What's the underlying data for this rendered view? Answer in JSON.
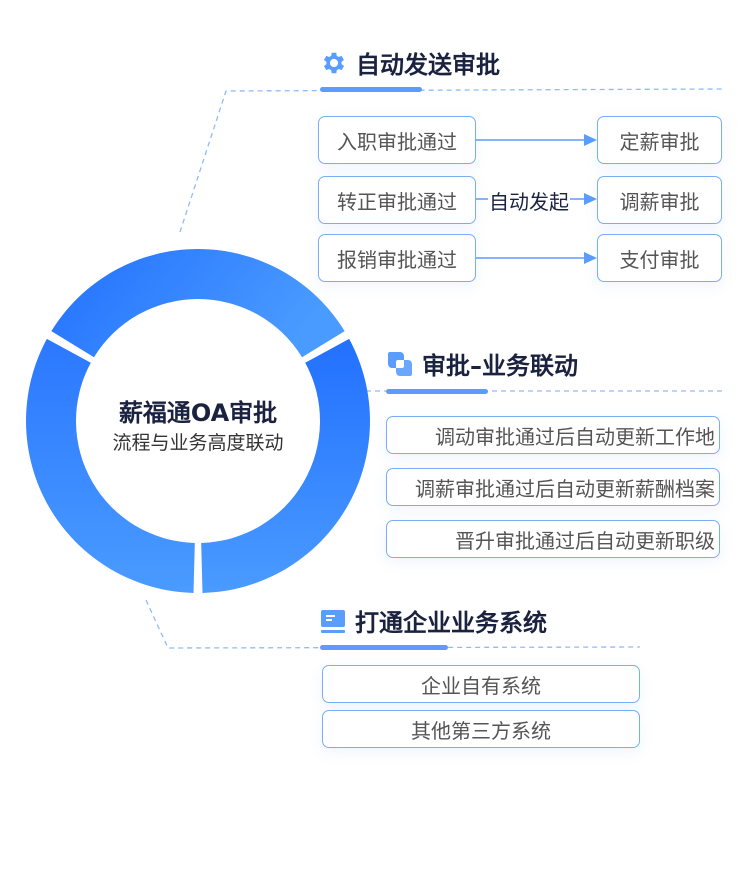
{
  "center": {
    "title": "薪福通OA审批",
    "subtitle": "流程与业务高度联动",
    "ring_segments": 3
  },
  "colors": {
    "accent": "#5b9dff",
    "ring_dark": "#2270ff",
    "ring_light": "#4a9bff",
    "box_border": "#79aef5",
    "title_text": "#1a2240",
    "body_text": "#555555"
  },
  "sections": [
    {
      "icon": "gear-icon",
      "title": "自动发送审批",
      "flow": {
        "connector_label": "自动发起",
        "rows": [
          {
            "from": "入职审批通过",
            "to": "定薪审批"
          },
          {
            "from": "转正审批通过",
            "to": "调薪审批"
          },
          {
            "from": "报销审批通过",
            "to": "支付审批"
          }
        ]
      }
    },
    {
      "icon": "link-icon",
      "title": "审批–业务联动",
      "items": [
        "调动审批通过后自动更新工作地",
        "调薪审批通过后自动更新薪酬档案",
        "晋升审批通过后自动更新职级"
      ]
    },
    {
      "icon": "system-icon",
      "title": "打通企业业务系统",
      "items": [
        "企业自有系统",
        "其他第三方系统"
      ]
    }
  ]
}
